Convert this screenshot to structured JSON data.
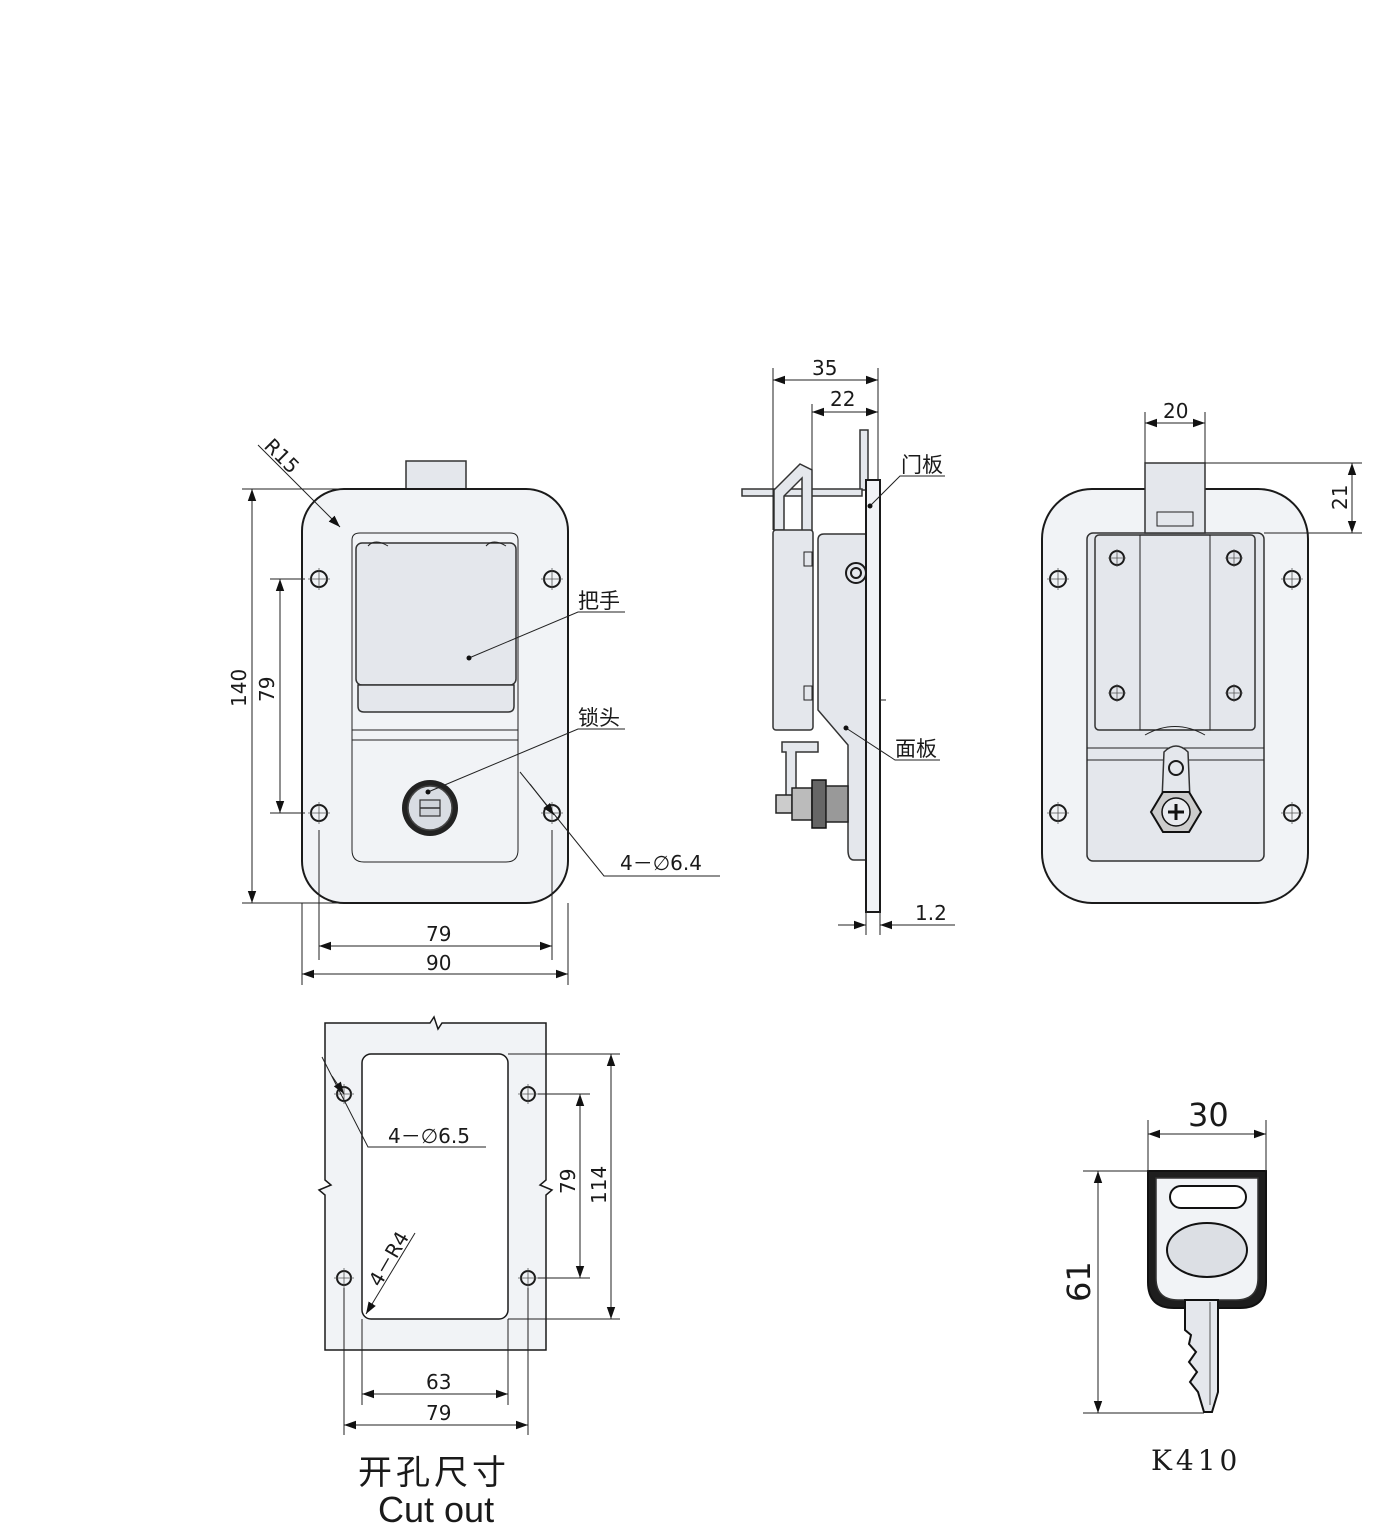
{
  "front_view": {
    "radius_label": "R15",
    "height_outer": "140",
    "height_holes": "79",
    "width_holes": "79",
    "width_outer": "90",
    "holes_label": "4－∅6.4",
    "handle_label": "把手",
    "lock_label": "锁头"
  },
  "side_view": {
    "depth_total": "35",
    "depth_body": "22",
    "door_label": "门板",
    "panel_label": "面板",
    "thickness": "1.2"
  },
  "back_view": {
    "latch_width": "20",
    "latch_height": "21"
  },
  "cutout": {
    "holes_label": "4－∅6.5",
    "corner_label": "4－R4",
    "opening_height": "114",
    "holes_height": "79",
    "opening_width": "63",
    "holes_width": "79",
    "caption_cn": "开孔尺寸",
    "caption_en": "Cut out"
  },
  "key": {
    "width": "30",
    "height": "61",
    "model": "K410"
  }
}
